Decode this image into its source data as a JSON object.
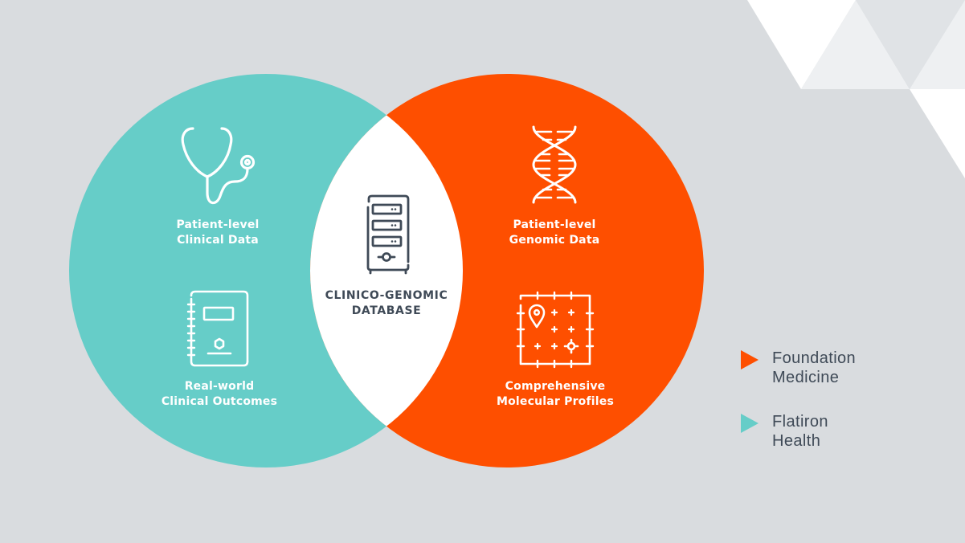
{
  "colors": {
    "background": "#d9dcdf",
    "flatiron_teal": "#66cdc8",
    "foundation_orange": "#fe4f00",
    "overlap_white": "#ffffff",
    "text_dark": "#3f4a57",
    "triangle_light": "#eef0f2",
    "triangle_mid": "#e0e3e6"
  },
  "venn": {
    "left_circle": {
      "owner": "Flatiron Health",
      "items": [
        {
          "icon": "stethoscope-icon",
          "line1": "Patient-level",
          "line2": "Clinical Data"
        },
        {
          "icon": "notebook-icon",
          "line1": "Real-world",
          "line2": "Clinical Outcomes"
        }
      ]
    },
    "overlap": {
      "icon": "server-database-icon",
      "line1": "CLINICO-GENOMIC",
      "line2": "DATABASE"
    },
    "right_circle": {
      "owner": "Foundation Medicine",
      "items": [
        {
          "icon": "dna-helix-icon",
          "line1": "Patient-level",
          "line2": "Genomic Data"
        },
        {
          "icon": "molecular-grid-icon",
          "line1": "Comprehensive",
          "line2": "Molecular Profiles"
        }
      ]
    }
  },
  "legend": [
    {
      "line1": "Foundation",
      "line2": "Medicine",
      "color": "#fe4f00"
    },
    {
      "line1": "Flatiron Health",
      "line2": "",
      "color": "#66cdc8"
    }
  ]
}
